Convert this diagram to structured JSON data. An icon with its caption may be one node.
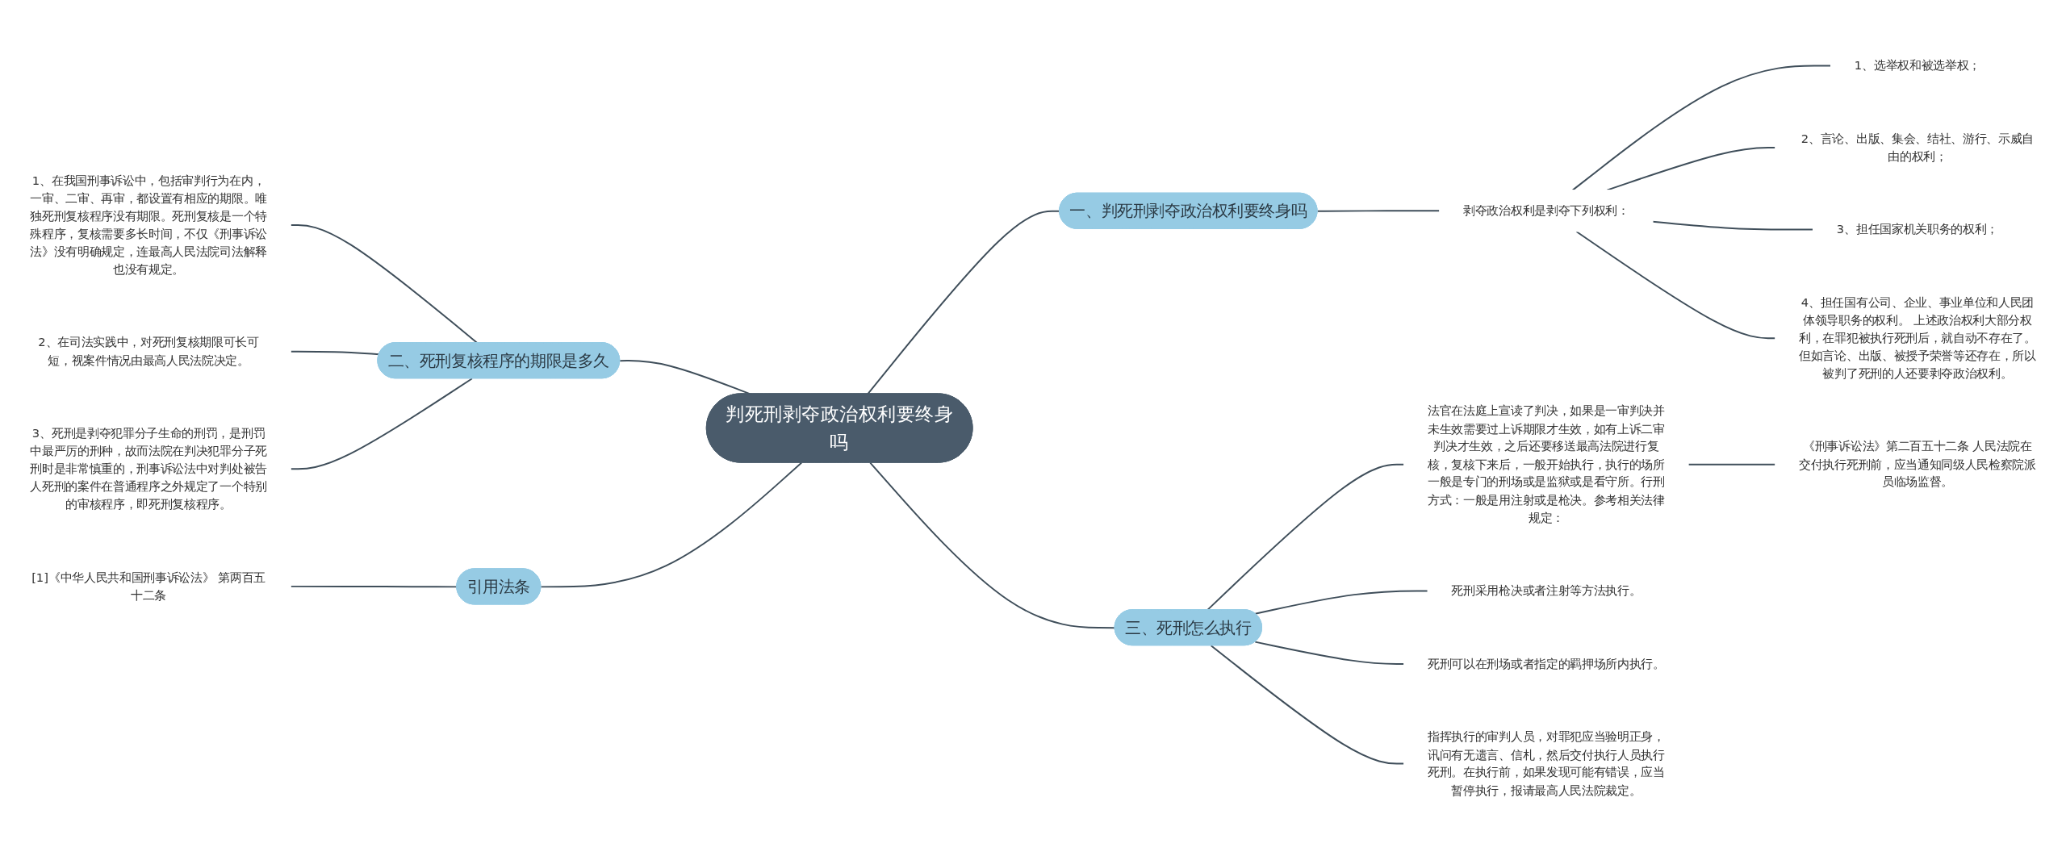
{
  "diagram": {
    "nodes": [
      {
        "text": [
          "判死刑剥夺政治权利要终身吗"
        ]
      },
      {
        "text": [
          "一、判死刑剥夺政治权利要终身吗"
        ]
      },
      {
        "text": [
          "剥夺政治权利是剥夺下列权利："
        ]
      },
      {
        "text": [
          "1、选举权和被选举权；"
        ]
      },
      {
        "text": [
          "2、言论、出版、集会、结社、游行、示威自由的权利；"
        ]
      },
      {
        "text": [
          "3、担任国家机关职务的权利；"
        ]
      },
      {
        "text": [
          "4、担任国有公司、企业、事业单位和人民团体领导职务的权利。 上述政治权利大部分权利，在罪犯被执行死刑后，就自动不存在了。但如言论、出版、被授予荣誉等还存在，所以被判了死刑的人还要剥夺政治权利。"
        ]
      },
      {
        "text": [
          "二、死刑复核程序的期限是多久"
        ]
      },
      {
        "text": [
          "1、在我国刑事诉讼中，包括审判行为在内，一审、二审、再审，都设置有相应的期限。唯独死刑复核程序没有期限。死刑复核是一个特殊程序，复核需要多长时间，不仅《刑事诉讼法》没有明确规定，连最高人民法院司法解释也没有规定。"
        ]
      },
      {
        "text": [
          "2、在司法实践中，对死刑复核期限可长可短，视案件情况由最高人民法院决定。"
        ]
      },
      {
        "text": [
          "3、死刑是剥夺犯罪分子生命的刑罚，是刑罚中最严厉的刑种，故而法院在判决犯罪分子死刑时是非常慎重的，刑事诉讼法中对判处被告人死刑的案件在普通程序之外规定了一个特别的审核程序，即死刑复核程序。"
        ]
      },
      {
        "text": [
          "引用法条"
        ]
      },
      {
        "text": [
          "[1]《中华人民共和国刑事诉讼法》 第两百五十二条"
        ]
      },
      {
        "text": [
          "三、死刑怎么执行"
        ]
      },
      {
        "text": [
          "法官在法庭上宣读了判决，如果是一审判决并未生效需要过上诉期限才生效，如有上诉二审判决才生效，之后还要移送最高法院进行复核，复核下来后，一般开始执行，执行的场所一般是专门的刑场或是监狱或是看守所。行刑方式：一般是用注射或是枪决。参考相关法律规定："
        ]
      },
      {
        "text": [
          "《刑事诉讼法》第二百五十二条 人民法院在交付执行死刑前，应当通知同级人民检察院派员临场监督。"
        ]
      },
      {
        "text": [
          "死刑采用枪决或者注射等方法执行。"
        ]
      },
      {
        "text": [
          "死刑可以在刑场或者指定的羁押场所内执行。"
        ]
      },
      {
        "text": [
          "指挥执行的审判人员，对罪犯应当验明正身，讯问有无遗言、信札，然后交付执行人员执行死刑。在执行前，如果发现可能有错误，应当暂停执行，报请最高人民法院裁定。"
        ]
      }
    ],
    "edges": [
      {
        "from": 0,
        "to": 1,
        "arrow": "none"
      },
      {
        "from": 1,
        "to": 2,
        "arrow": "none"
      },
      {
        "from": 2,
        "to": 3,
        "arrow": "none"
      },
      {
        "from": 2,
        "to": 4,
        "arrow": "none"
      },
      {
        "from": 2,
        "to": 5,
        "arrow": "none"
      },
      {
        "from": 2,
        "to": 6,
        "arrow": "none"
      },
      {
        "from": 0,
        "to": 7,
        "arrow": "none"
      },
      {
        "from": 7,
        "to": 8,
        "arrow": "none"
      },
      {
        "from": 7,
        "to": 9,
        "arrow": "none"
      },
      {
        "from": 7,
        "to": 10,
        "arrow": "none"
      },
      {
        "from": 0,
        "to": 11,
        "arrow": "none"
      },
      {
        "from": 11,
        "to": 12,
        "arrow": "none"
      },
      {
        "from": 0,
        "to": 13,
        "arrow": "none"
      },
      {
        "from": 13,
        "to": 14,
        "arrow": "none"
      },
      {
        "from": 14,
        "to": 15,
        "arrow": "none"
      },
      {
        "from": 13,
        "to": 16,
        "arrow": "none"
      },
      {
        "from": 13,
        "to": 17,
        "arrow": "none"
      },
      {
        "from": 13,
        "to": 18,
        "arrow": "none"
      }
    ]
  }
}
